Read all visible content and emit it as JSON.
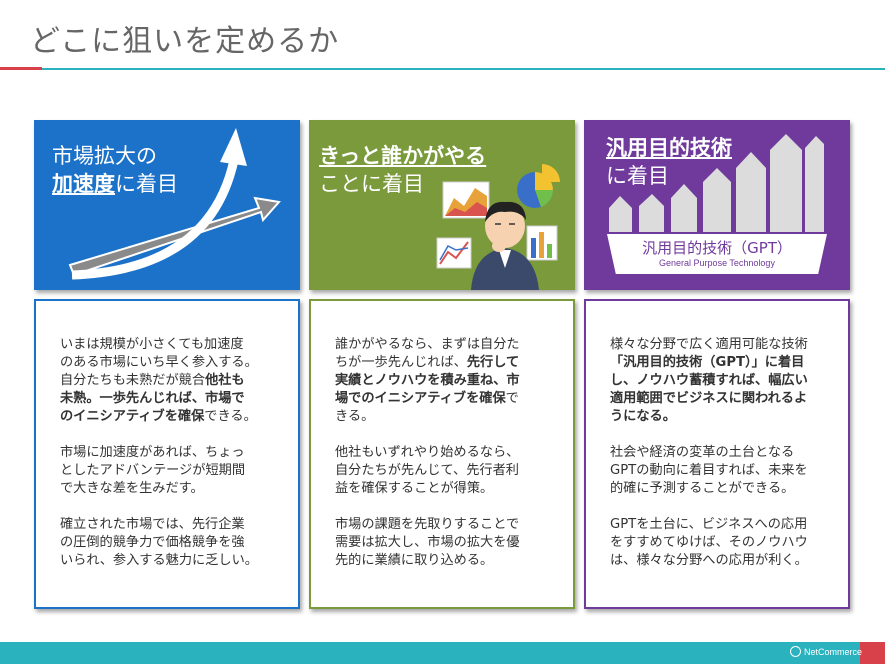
{
  "title": "どこに狙いを定めるか",
  "panels": [
    {
      "line1": "市場拡大の",
      "line2_emph": "加速度",
      "line2_rest": "に着目"
    },
    {
      "line1_emph": "きっと誰かがやる",
      "line2": "ことに着目"
    },
    {
      "line1_emph": "汎用目的技術",
      "line2": "に着目",
      "gpt_main": "汎用目的技術（GPT）",
      "gpt_sub": "General Purpose Technology"
    }
  ],
  "cards": [
    {
      "para1_a": "いまは規模が小さくても加速度\nのある市場にいち早く参入する。\n自分たちも未熟だが競合",
      "para1_b": "他社も\n未熟。一歩先んじれば、市場で\nのイニシアティブを確保",
      "para1_c": "できる。",
      "para2": "市場に加速度があれば、ちょっ\nとしたアドバンテージが短期間\nで大きな差を生みだす。",
      "para3": "確立された市場では、先行企業\nの圧倒的競争力で価格競争を強\nいられ、参入する魅力に乏しい。"
    },
    {
      "para1_a": "誰かがやるなら、まずは自分た\nちが一歩先んじれば、",
      "para1_b": "先行して\n実績とノウハウを積み重ね、市\n場でのイニシアティブを確保",
      "para1_c": "で\nきる。",
      "para2": "他社もいずれやり始めるなら、\n自分たちが先んじて、先行者利\n益を確保することが得策。",
      "para3": "市場の課題を先取りすることで\n需要は拡大し、市場の拡大を優\n先的に業績に取り込める。"
    },
    {
      "para1_a": "様々な分野で広く適用可能な技術\n",
      "para1_b": "「汎用目的技術（GPT）」に着目\nし、ノウハウ蓄積すれば、幅広い\n適用範囲でビジネスに関われるよ\nうになる。",
      "para1_c": "",
      "para2": "社会や経済の変革の土台となる\nGPTの動向に着目すれば、未来を\n的確に予測することができる。",
      "para3": "GPTを土台に、ビジネスへの応用\nをすすめてゆけば、そのノウハウ\nは、様々な分野への応用が利く。"
    }
  ],
  "footer": {
    "logo_text": "NetCommerce"
  },
  "colors": {
    "blue": "#1c72c8",
    "green": "#7a9a3c",
    "purple": "#6f3a9b",
    "teal": "#2ab3bf",
    "red": "#d9414a"
  }
}
